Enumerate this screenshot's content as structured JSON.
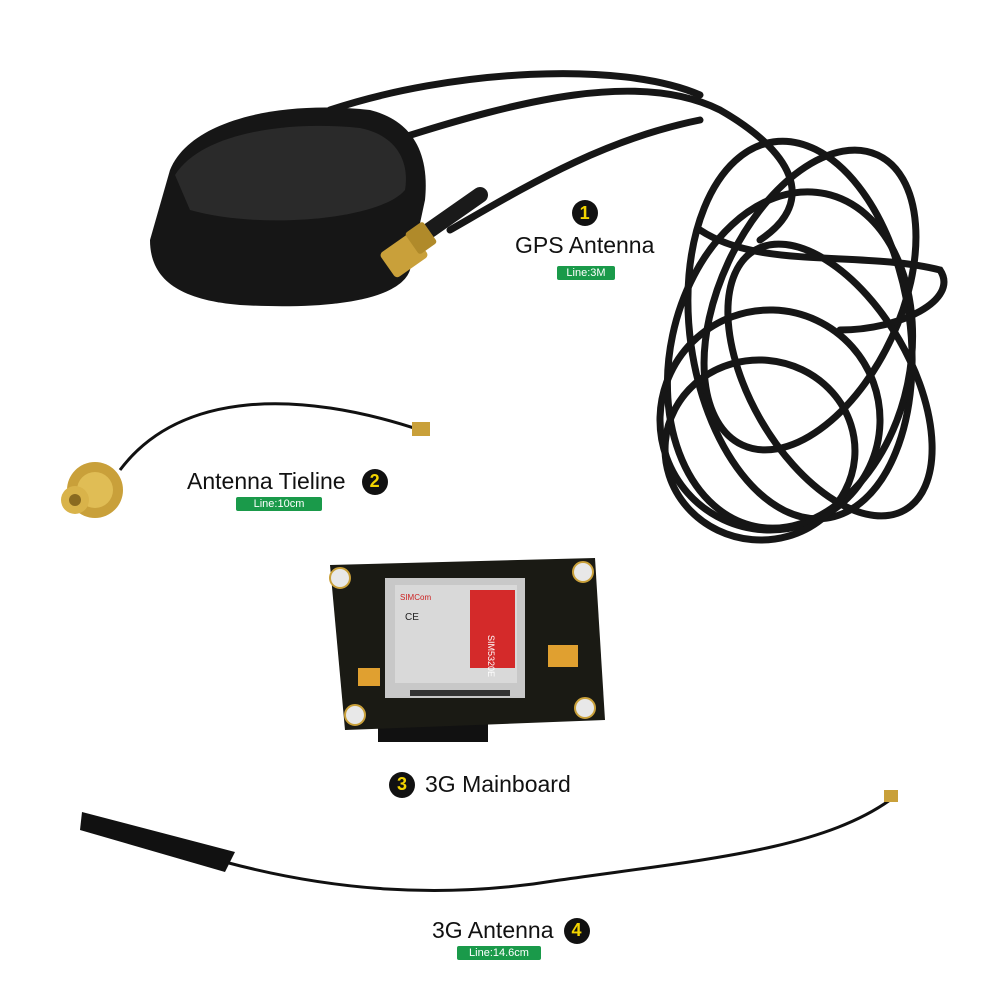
{
  "items": [
    {
      "number": "1",
      "name": "GPS Antenna",
      "line": "Line:3M"
    },
    {
      "number": "2",
      "name": "Antenna Tieline",
      "line": "Line:10cm"
    },
    {
      "number": "3",
      "name": "3G Mainboard",
      "line": ""
    },
    {
      "number": "4",
      "name": "3G Antenna",
      "line": "Line:14.6cm"
    }
  ],
  "module": {
    "brand": "SIMCom",
    "model": "SIM5320E",
    "ce": "CE"
  },
  "colors": {
    "badge_bg": "#111111",
    "badge_text": "#f2d400",
    "pill": "#1a9a4a",
    "pcb": "#1a1a14",
    "gold": "#c9a03a"
  }
}
